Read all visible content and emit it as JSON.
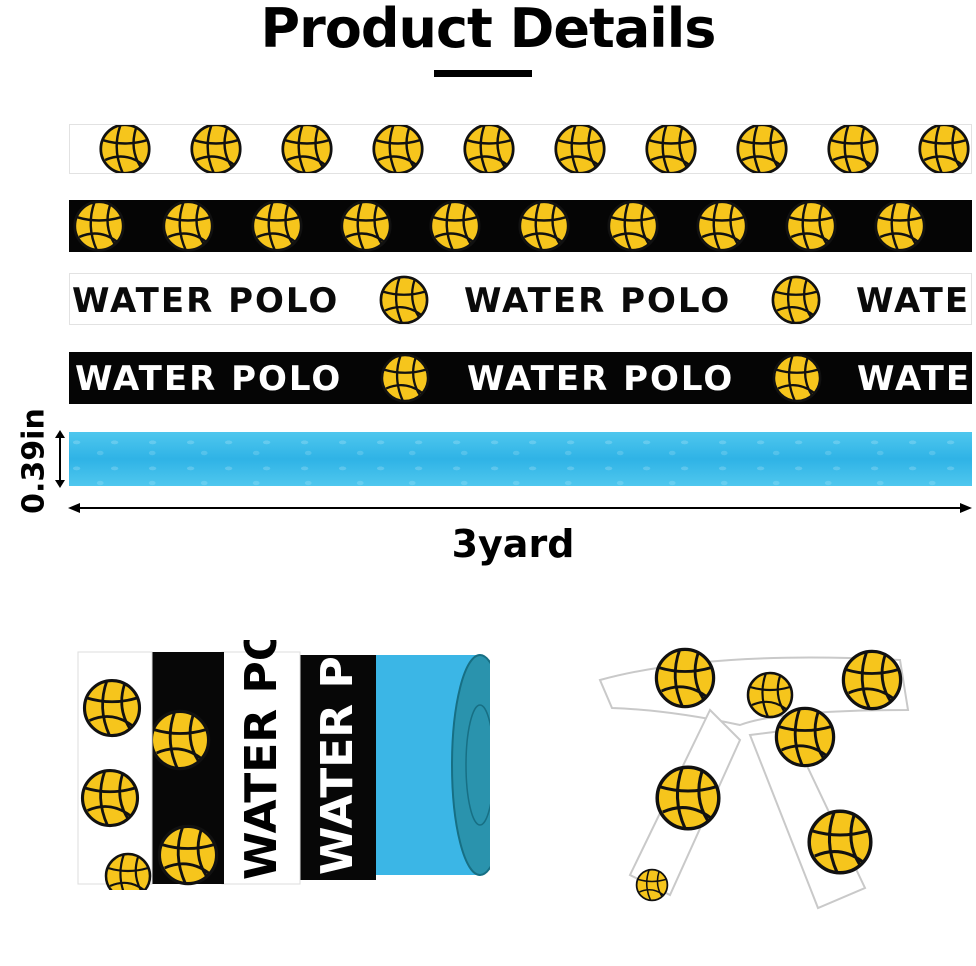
{
  "header": {
    "title": "Product Details"
  },
  "ribbons": {
    "text": "WATER POLO",
    "styles": [
      "ball-pattern-white",
      "ball-pattern-black",
      "water-polo-text-white",
      "water-polo-text-black",
      "water-texture-blue"
    ]
  },
  "dimensions": {
    "width_label": "0.39in",
    "length_label": "3yard"
  },
  "rolls": {
    "text": "WATER POLO"
  },
  "colors": {
    "ball_yellow": "#f6c51c",
    "ribbon_black": "#050505",
    "ribbon_blue": "#35b7e8",
    "ribbon_white": "#ffffff"
  },
  "icons": [
    "water-polo-ball-icon"
  ]
}
